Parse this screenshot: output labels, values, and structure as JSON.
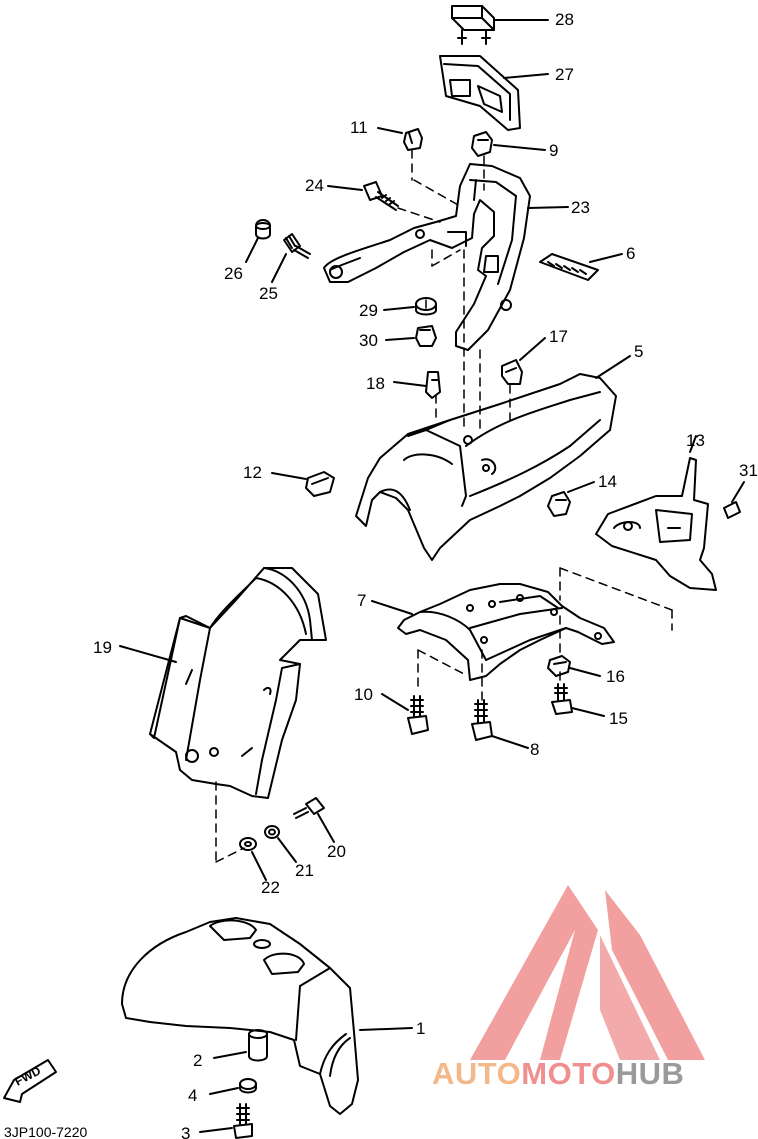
{
  "diagram_code": "3JP100-7220",
  "direction_label": "FWD",
  "watermark": {
    "text_a": "AUTO",
    "text_b": "MOTO",
    "text_c": "HUB",
    "color_a": "#f3b98b",
    "color_b": "#f08f8f",
    "color_c": "#9a9a9a"
  },
  "callouts": [
    {
      "id": "28",
      "label": "28"
    },
    {
      "id": "27",
      "label": "27"
    },
    {
      "id": "11",
      "label": "11"
    },
    {
      "id": "9",
      "label": "9"
    },
    {
      "id": "24",
      "label": "24"
    },
    {
      "id": "23",
      "label": "23"
    },
    {
      "id": "26",
      "label": "26"
    },
    {
      "id": "25",
      "label": "25"
    },
    {
      "id": "6",
      "label": "6"
    },
    {
      "id": "29",
      "label": "29"
    },
    {
      "id": "30",
      "label": "30"
    },
    {
      "id": "17",
      "label": "17"
    },
    {
      "id": "5",
      "label": "5"
    },
    {
      "id": "18",
      "label": "18"
    },
    {
      "id": "13",
      "label": "13"
    },
    {
      "id": "12",
      "label": "12"
    },
    {
      "id": "14",
      "label": "14"
    },
    {
      "id": "31",
      "label": "31"
    },
    {
      "id": "7",
      "label": "7"
    },
    {
      "id": "19",
      "label": "19"
    },
    {
      "id": "16",
      "label": "16"
    },
    {
      "id": "10",
      "label": "10"
    },
    {
      "id": "15",
      "label": "15"
    },
    {
      "id": "8",
      "label": "8"
    },
    {
      "id": "20",
      "label": "20"
    },
    {
      "id": "21",
      "label": "21"
    },
    {
      "id": "22",
      "label": "22"
    },
    {
      "id": "1",
      "label": "1"
    },
    {
      "id": "2",
      "label": "2"
    },
    {
      "id": "4",
      "label": "4"
    },
    {
      "id": "3",
      "label": "3"
    }
  ]
}
